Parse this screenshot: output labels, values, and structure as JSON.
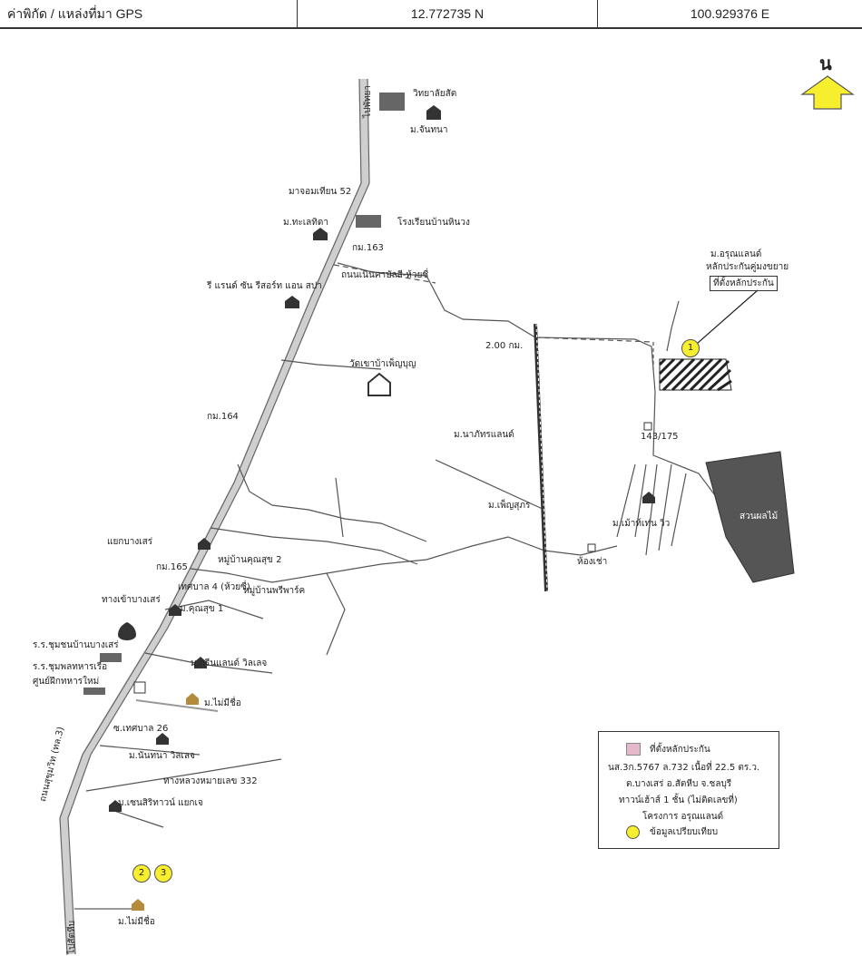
{
  "gps_header": {
    "label": "ค่าพิกัด / แหล่งที่มา GPS",
    "latitude": "12.772735  N",
    "longitude": "100.929376  E"
  },
  "north": {
    "label": "น",
    "color": "#f7ee2e"
  },
  "map_labels": {
    "college": "วิทยาลัยสัต",
    "chanthana": "ม.จันทนา",
    "soi52": "มาจอมเทียน 52",
    "thalethida": "ม.ทะเลทิดา",
    "school": "โรงเรียนบ้านหินวง",
    "km163": "กม.163",
    "road_local": "ถนนเนินคาบัลสี-ห้วยซื่",
    "resort": "รี แรนด์ ซัน รีสอร์ท แอน สปา",
    "monastery": "วัดเขาบ้าเพ็ญบุญ",
    "km164": "กม.164",
    "dist": "2.00 กม.",
    "arunland": "ม.อรุณแลนด์",
    "arunland_sub": "หลักประกันคู่มงขยาย",
    "site_box": "ที่ตั้งหลักประกัน",
    "num143": "143/175",
    "natphat": "ม.นาภัทรแลนด์",
    "phenphon": "ม.เพ็ญสุภร",
    "mountain_view": "ม.เม้าท์เท่น วิว",
    "plantation": "สวนผลไม้",
    "hongcha": "ห้องเช่า",
    "bangsaray": "แยกบางเสร่",
    "km165": "กม.165",
    "khunsuk2": "หมู่บ้านคุณสุข 2",
    "thesaban4": "เทศบาล 4 (ห้วยซื่)",
    "khunsuk1": "ม.คุณสุข 1",
    "pruksa": "หมู่บ้านพรีพาร์ค",
    "to_bangsaray": "ทางเข้าบางเสร่",
    "school2": "ร.ร.ชุมชนบ้านบางเสร่",
    "school3": "ร.ร.ชุมพลทหารเรือ",
    "training": "ศูนย์ฝึกทหารใหม่",
    "greenland": "ม.กรีนแลนด์ วิลเลจ",
    "noname1": "ม.ไม่มีชื่อ",
    "thesaban26": "ซ.เทศบาล 26",
    "nanthana": "ม.นันทนา วิลเลจ",
    "hw332": "ทางหลวงหมายเลข 332",
    "sensiri": "ม.เซนสิริทาวน์ แยกเจ",
    "hw3": "ถนนสุขุมวิท (ทล.3)",
    "noname2": "ม.ไม่มีชื่อ",
    "to_pattaya": "ไปพัทยา",
    "to_sattahip": "ไปสัตหีบ"
  },
  "markers": {
    "m1": "1",
    "m2": "2",
    "m3": "3"
  },
  "legend": {
    "site": "ที่ตั้งหลักประกัน",
    "deed": "นส.3ก.5767 ล.732 เนื้อที่ 22.5 ตร.ว.",
    "address": "ต.บางเสร่ อ.สัตหีบ จ.ชลบุรี",
    "building": "ทาวน์เฮ้าส์ 1 ชั้น (ไม่ติดเลขที่)",
    "project": "โครงการ อรุณแลนด์",
    "comparable": "ข้อมูลเปรียบเทียบ"
  },
  "colors": {
    "marker": "#f7ee2e",
    "legend_site": "#e6b8cc"
  }
}
